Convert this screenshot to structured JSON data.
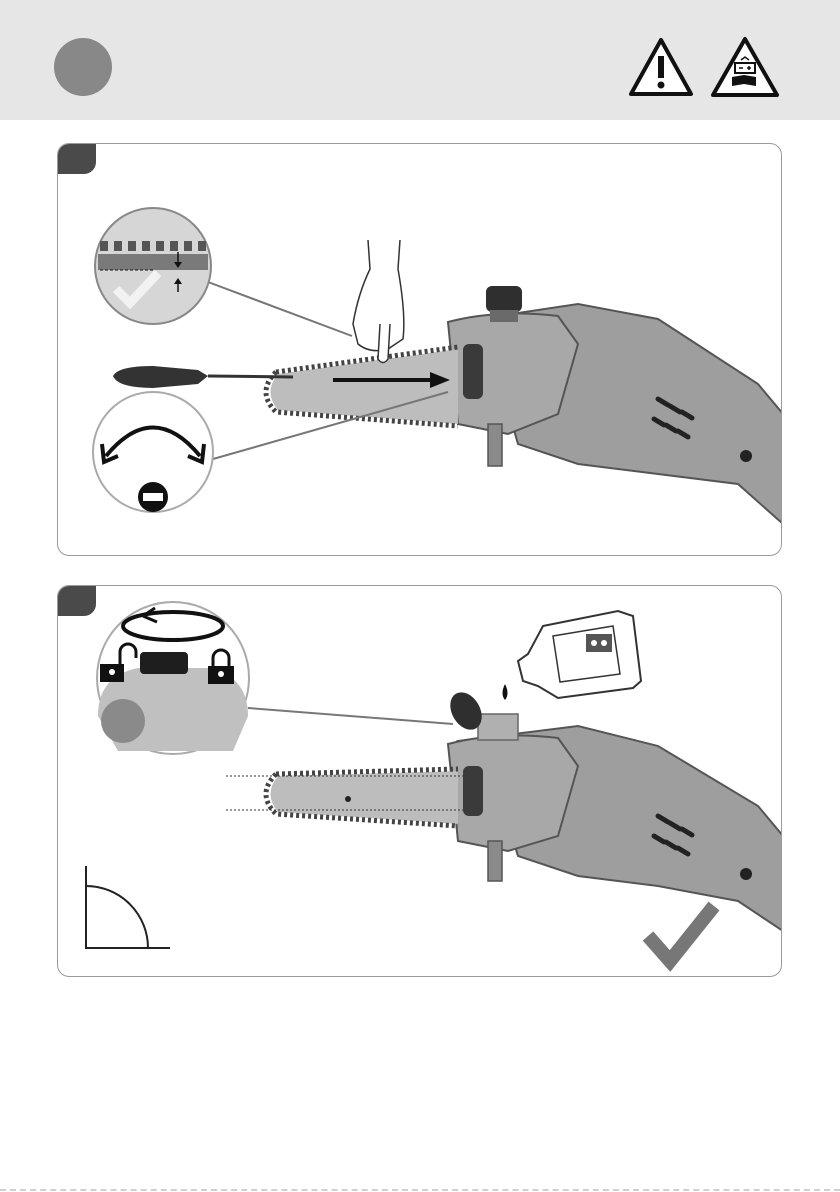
{
  "header": {
    "icons": [
      "warning-triangle-icon",
      "read-manual-icon"
    ]
  },
  "panels": [
    {
      "name": "chain-tension-panel",
      "icons": [
        "chain-closeup",
        "screwdriver-icon",
        "hand-icon",
        "rotate-arrow-icon",
        "no-entry-icon",
        "check-icon"
      ]
    },
    {
      "name": "oil-fill-panel",
      "icons": [
        "oil-bottle-icon",
        "oil-drop-icon",
        "cap-rotate-icon",
        "lock-icon",
        "unlock-icon",
        "angle-quarter-icon",
        "check-icon"
      ]
    }
  ],
  "colors": {
    "header_bg": "#e6e6e6",
    "dot": "#888888",
    "tool_body": "#9e9e9e",
    "dark": "#2a2a2a"
  }
}
